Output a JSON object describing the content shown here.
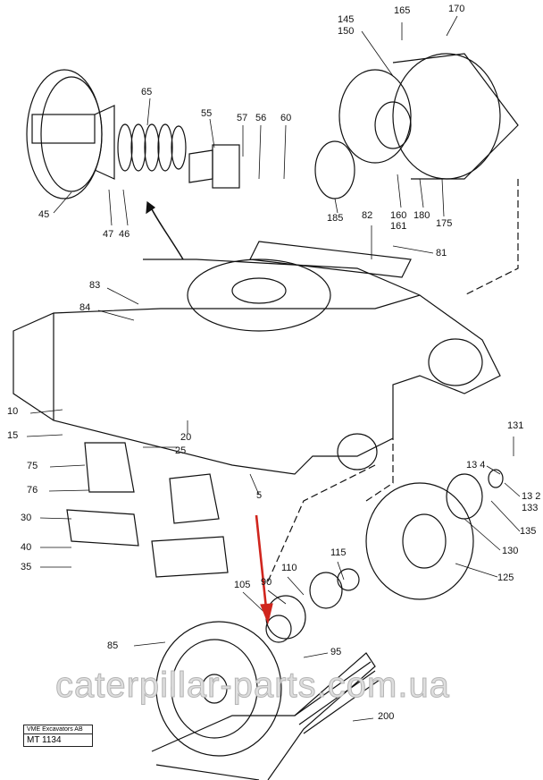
{
  "title_block": {
    "company": "VME Excavators AB",
    "drawing_number": "MT 1134"
  },
  "watermark": "caterpillar-parts.com.ua",
  "highlight_color": "#d0251d",
  "part_labels": {
    "p165": "165",
    "p170": "170",
    "p145": "145",
    "p150": "150",
    "p65": "65",
    "p55": "55",
    "p57": "57",
    "p56": "56",
    "p60": "60",
    "p45": "45",
    "p47": "47",
    "p46": "46",
    "p185": "185",
    "p82": "82",
    "p160": "160",
    "p161": "161",
    "p180": "180",
    "p175": "175",
    "p81": "81",
    "p83": "83",
    "p84": "84",
    "p10": "10",
    "p15": "15",
    "p20": "20",
    "p25": "25",
    "p75": "75",
    "p5": "5",
    "p131": "131",
    "p134": "13 4",
    "p132": "13 2",
    "p133": "133",
    "p76": "76",
    "p30": "30",
    "p135": "135",
    "p40": "40",
    "p115": "115",
    "p110": "110",
    "p130": "130",
    "p35": "35",
    "p90": "90",
    "p125": "125",
    "p105": "105",
    "p85": "85",
    "p95": "95",
    "p200": "200"
  }
}
